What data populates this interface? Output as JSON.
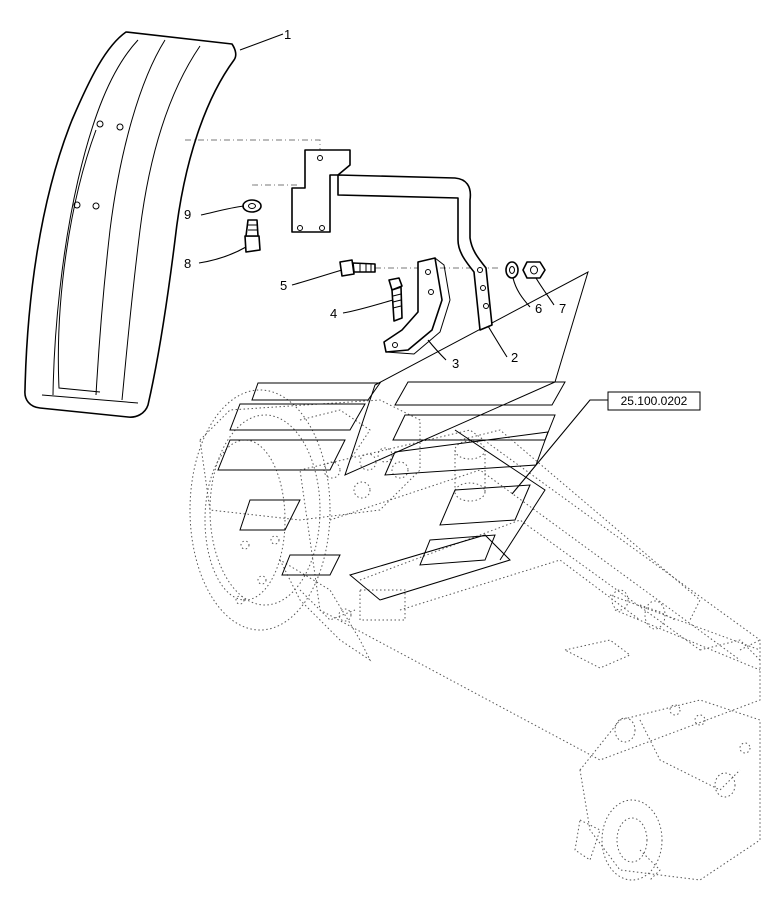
{
  "callouts": {
    "c1": "1",
    "c2": "2",
    "c3": "3",
    "c4": "4",
    "c5": "5",
    "c6": "6",
    "c7": "7",
    "c8": "8",
    "c9": "9"
  },
  "reference": {
    "label": "25.100.0202"
  }
}
